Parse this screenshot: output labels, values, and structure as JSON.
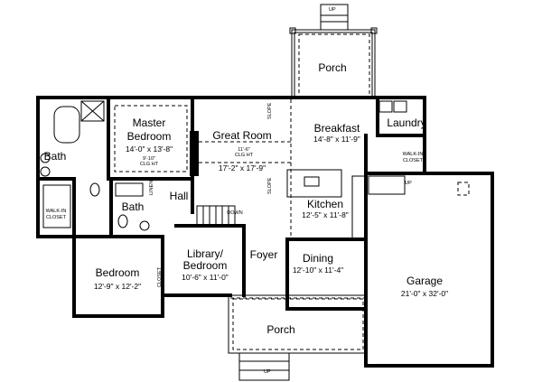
{
  "rooms": {
    "rear_porch": {
      "name": "Porch"
    },
    "master_bedroom": {
      "name_line1": "Master",
      "name_line2": "Bedroom",
      "size": "14'-0\" x 13'-8\"",
      "ceiling_line1": "9'-10\"",
      "ceiling_line2": "CLG HT"
    },
    "great_room": {
      "name": "Great Room",
      "ceiling_line1": "11'-6\"",
      "ceiling_line2": "CLG HT",
      "size": "17'-2\" x 17'-9\"",
      "slope_label": "SLOPE"
    },
    "breakfast": {
      "name": "Breakfast",
      "size": "14'-8\" x 11'-9\""
    },
    "laundry": {
      "name": "Laundry"
    },
    "laundry_closet": {
      "line1": "WALK-IN",
      "line2": "CLOSET"
    },
    "master_bath": {
      "name": "Bath"
    },
    "master_closet": {
      "line1": "WALK-IN",
      "line2": "CLOSET"
    },
    "bath2": {
      "name": "Bath"
    },
    "linen": {
      "name": "LINEN"
    },
    "hall": {
      "name": "Hall"
    },
    "kitchen": {
      "name": "Kitchen",
      "size": "12'-5\" x 11'-8\""
    },
    "stair_down": {
      "label": "DOWN"
    },
    "garage_stair": {
      "label": "UP"
    },
    "library": {
      "name_line1": "Library/",
      "name_line2": "Bedroom",
      "size": "10'-6\" x 11'-0\""
    },
    "foyer": {
      "name": "Foyer"
    },
    "dining": {
      "name": "Dining",
      "size": "12'-10\" x 11'-4\""
    },
    "bedroom": {
      "name": "Bedroom",
      "size": "12'-9\" x 12'-2\""
    },
    "bedroom_closet": {
      "name": "CLOSET"
    },
    "garage": {
      "name": "Garage",
      "size": "21'-0\" x 32'-0\""
    },
    "front_porch": {
      "name": "Porch"
    },
    "front_steps": {
      "label": "UP"
    },
    "rear_steps": {
      "label": "UP"
    }
  }
}
